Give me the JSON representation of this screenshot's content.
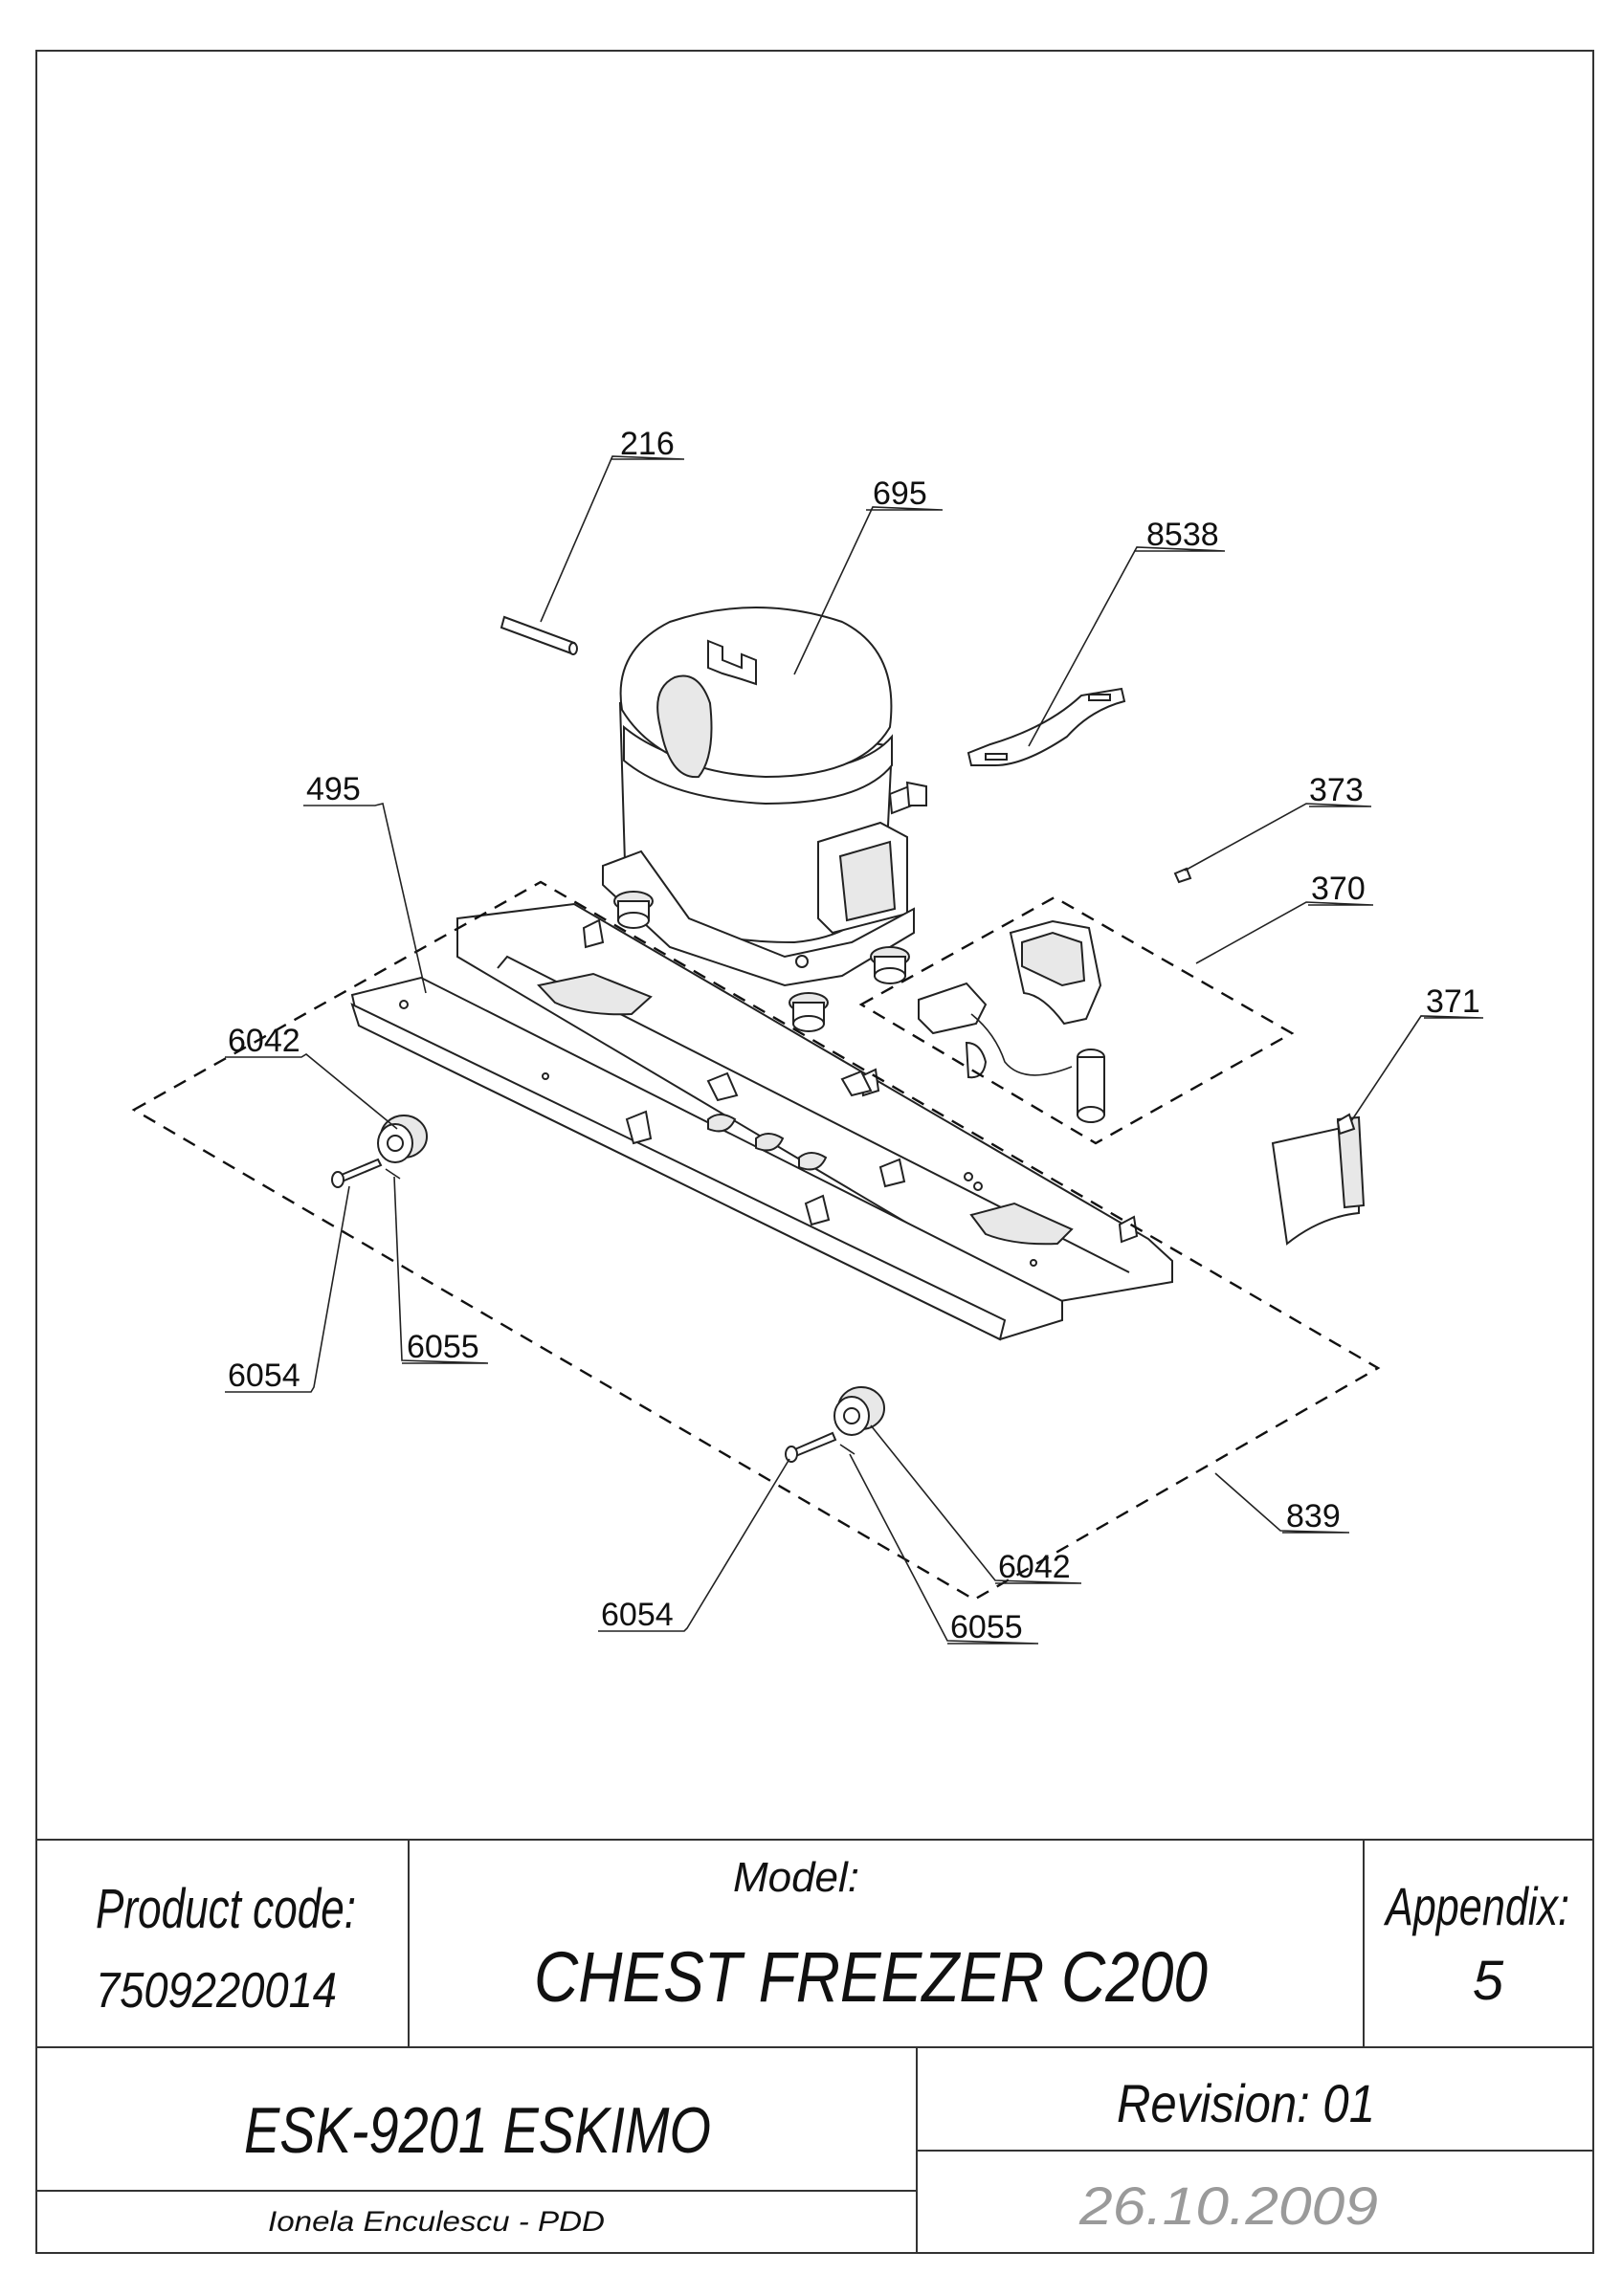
{
  "callouts": {
    "c216": "216",
    "c695": "695",
    "c8538": "8538",
    "c495": "495",
    "c373": "373",
    "c370": "370",
    "c371": "371",
    "c6042a": "6042",
    "c6054a": "6054",
    "c6055a": "6055",
    "c839": "839",
    "c6042b": "6042",
    "c6054b": "6054",
    "c6055b": "6055"
  },
  "title_block": {
    "product_code_label": "Product code:",
    "product_code": "7509220014",
    "model_label": "Model:",
    "model": "CHEST FREEZER C200",
    "appendix_label": "Appendix:",
    "appendix": "5",
    "drawing_name": "ESK-9201 ESKIMO",
    "revision": "Revision: 01",
    "author": "Ionela Enculescu - PDD",
    "date": "26.10.2009"
  }
}
